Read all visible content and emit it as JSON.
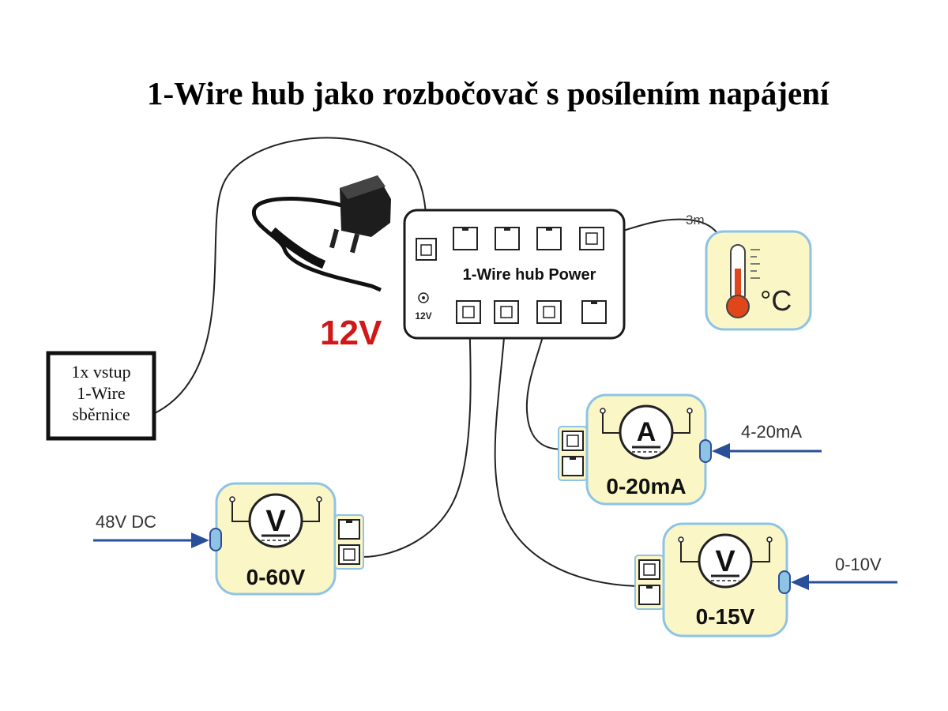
{
  "title": "1-Wire hub jako rozbočovač s posílením napájení",
  "hub": {
    "label": "1-Wire hub Power",
    "power_jack_label": "12V"
  },
  "adapter": {
    "voltage_label": "12V",
    "voltage_color": "#d01818"
  },
  "input_box": {
    "lines": [
      "1x vstup",
      "1-Wire",
      "sběrnice"
    ]
  },
  "thermometer": {
    "cable_length": "3m",
    "unit": "°C"
  },
  "modules": {
    "ammeter": {
      "symbol": "A",
      "range": "0-20mA",
      "input_label": "4-20mA"
    },
    "voltmeter_60": {
      "symbol": "V",
      "range": "0-60V",
      "input_label": "48V DC"
    },
    "voltmeter_15": {
      "symbol": "V",
      "range": "0-15V",
      "input_label": "0-10V"
    }
  },
  "colors": {
    "module_fill": "#fbf6c6",
    "module_border": "#8ec3e6",
    "arrow": "#2a4f9a",
    "thermo_red": "#e0461a"
  }
}
